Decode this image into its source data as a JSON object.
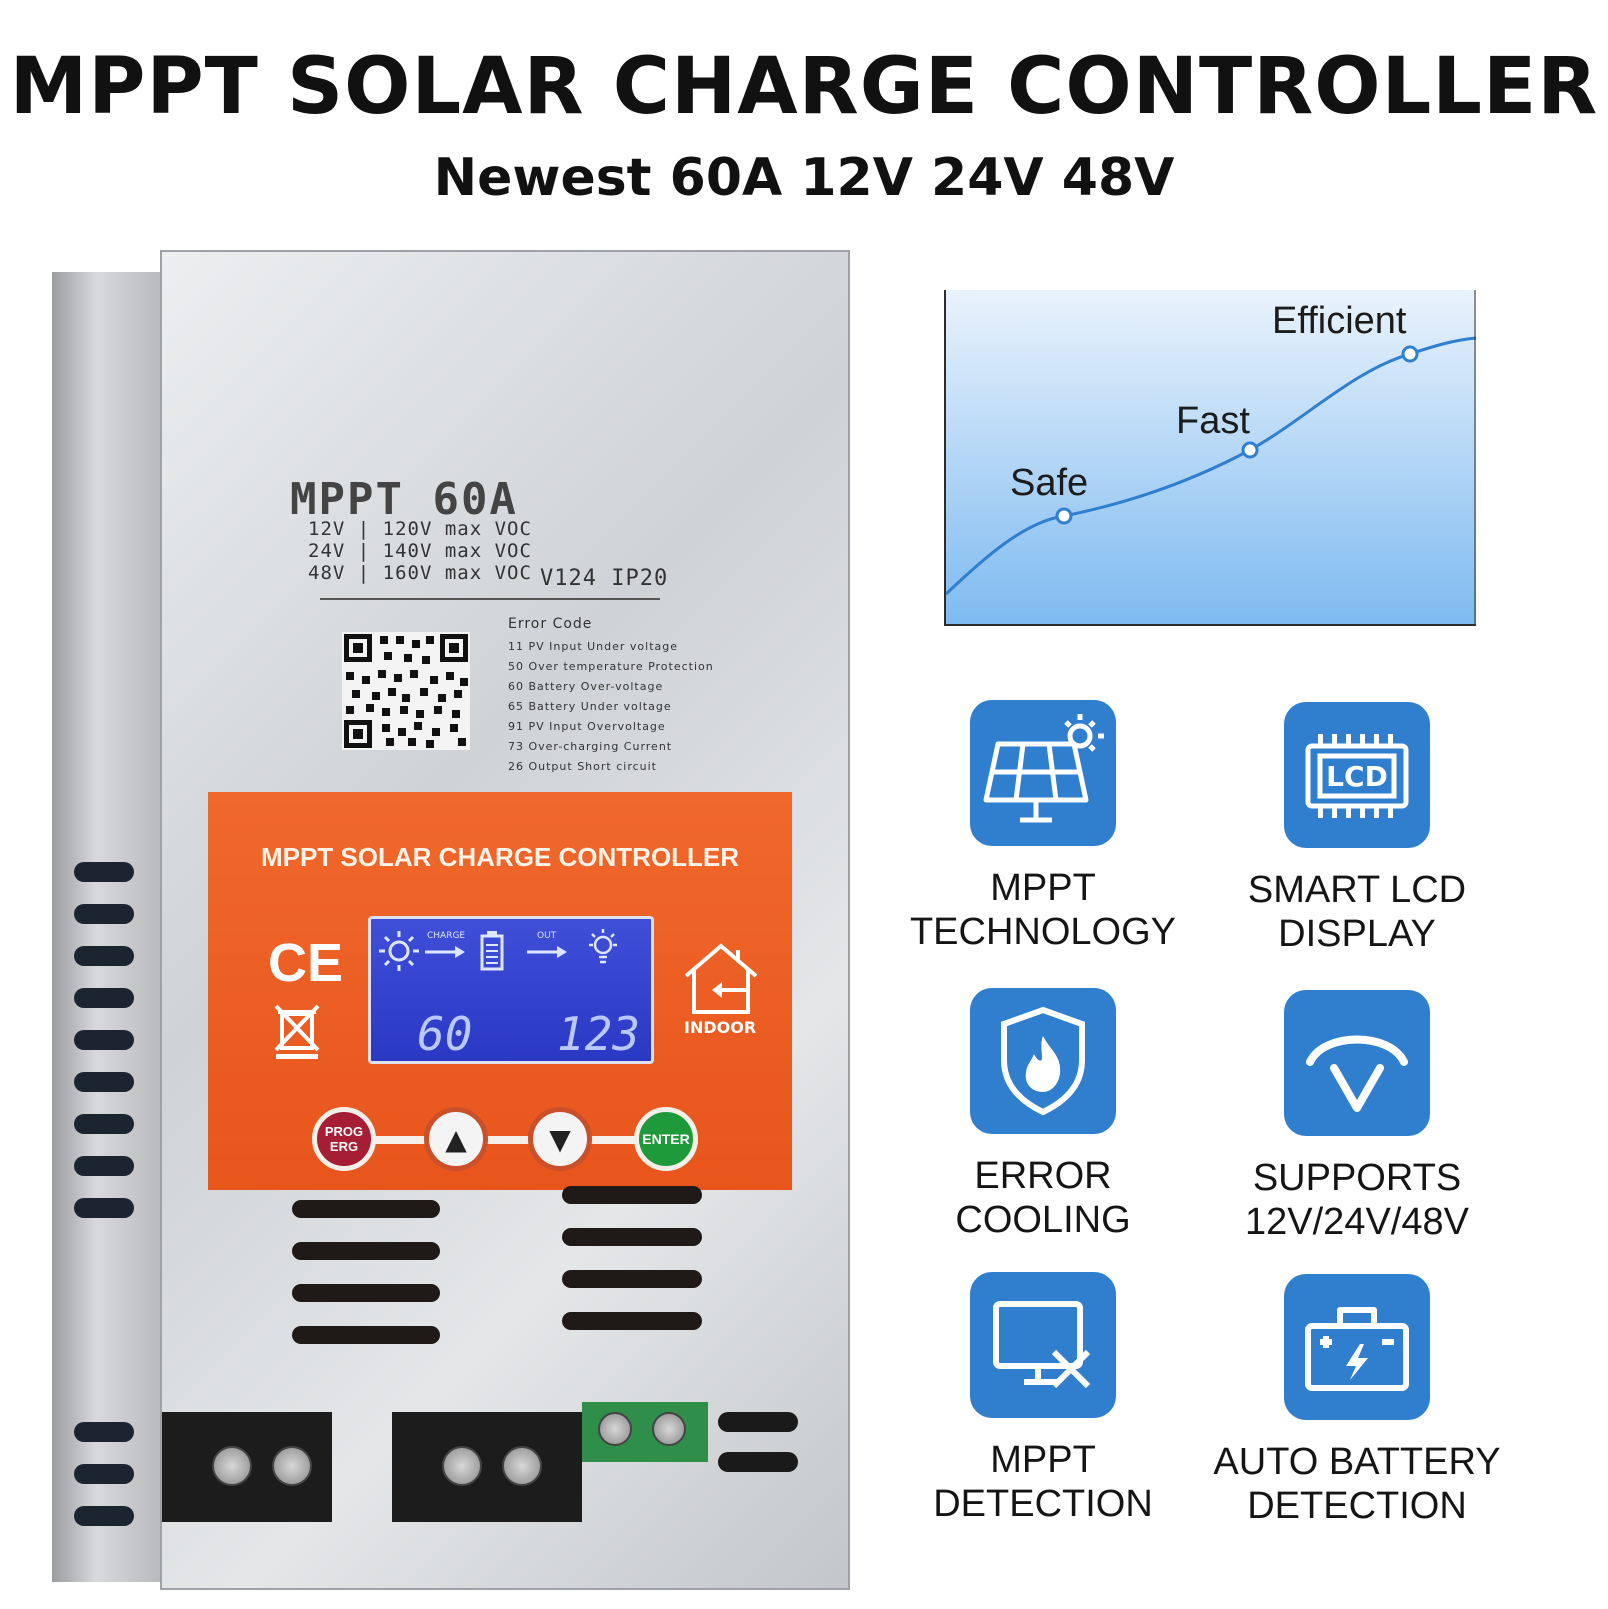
{
  "header": {
    "title": "MPPT SOLAR CHARGE CONTROLLER",
    "subtitle": "Newest 60A 12V 24V 48V"
  },
  "device": {
    "model": "MPPT 60A",
    "specs": [
      "12V | 120V max VOC",
      "24V | 140V max VOC",
      "48V | 160V max VOC"
    ],
    "version": "V124 IP20",
    "error_code_title": "Error Code",
    "error_codes": [
      "11  PV Input Under voltage",
      "50  Over temperature Protection",
      "60  Battery Over-voltage",
      "65  Battery Under voltage",
      "91  PV Input Overvoltage",
      "73  Over-charging Current",
      "26  Output Short circuit"
    ],
    "panel_title": "MPPT SOLAR CHARGE CONTROLLER",
    "ce_mark": "CE",
    "lcd": {
      "charge_label": "CHARGE",
      "out_label": "OUT",
      "left_value": "60",
      "right_value": "123"
    },
    "indoor_label": "INDOOR",
    "buttons": {
      "prog_line1": "PROG",
      "prog_line2": "ERG",
      "up": "▲",
      "down": "▼",
      "enter": "ENTER"
    }
  },
  "chart_data": {
    "type": "line",
    "labels": [
      "Safe",
      "Fast",
      "Efficient"
    ],
    "colors": {
      "fill_top": "#eaf3fc",
      "fill_bottom": "#7dbaf0",
      "line": "#2f7fd0",
      "frame": "#2c2c2c"
    }
  },
  "features": [
    {
      "icon": "solar-panel-icon",
      "line1": "MPPT",
      "line2": "TECHNOLOGY"
    },
    {
      "icon": "lcd-chip-icon",
      "line1": "SMART LCD",
      "line2": "DISPLAY"
    },
    {
      "icon": "shield-flame-icon",
      "line1": "ERROR",
      "line2": "COOLING"
    },
    {
      "icon": "voltage-gauge-icon",
      "line1": "SUPPORTS",
      "line2": "12V/24V/48V"
    },
    {
      "icon": "monitor-tools-icon",
      "line1": "MPPT",
      "line2": "DETECTION"
    },
    {
      "icon": "battery-icon",
      "line1": "AUTO BATTERY",
      "line2": "DETECTION"
    }
  ],
  "theme": {
    "icon_blue": "#2f7fce",
    "panel_orange": "#ec5e22",
    "lcd_blue": "#2f3fcc",
    "enter_green": "#1f9a3a",
    "prog_red": "#b0223a"
  }
}
